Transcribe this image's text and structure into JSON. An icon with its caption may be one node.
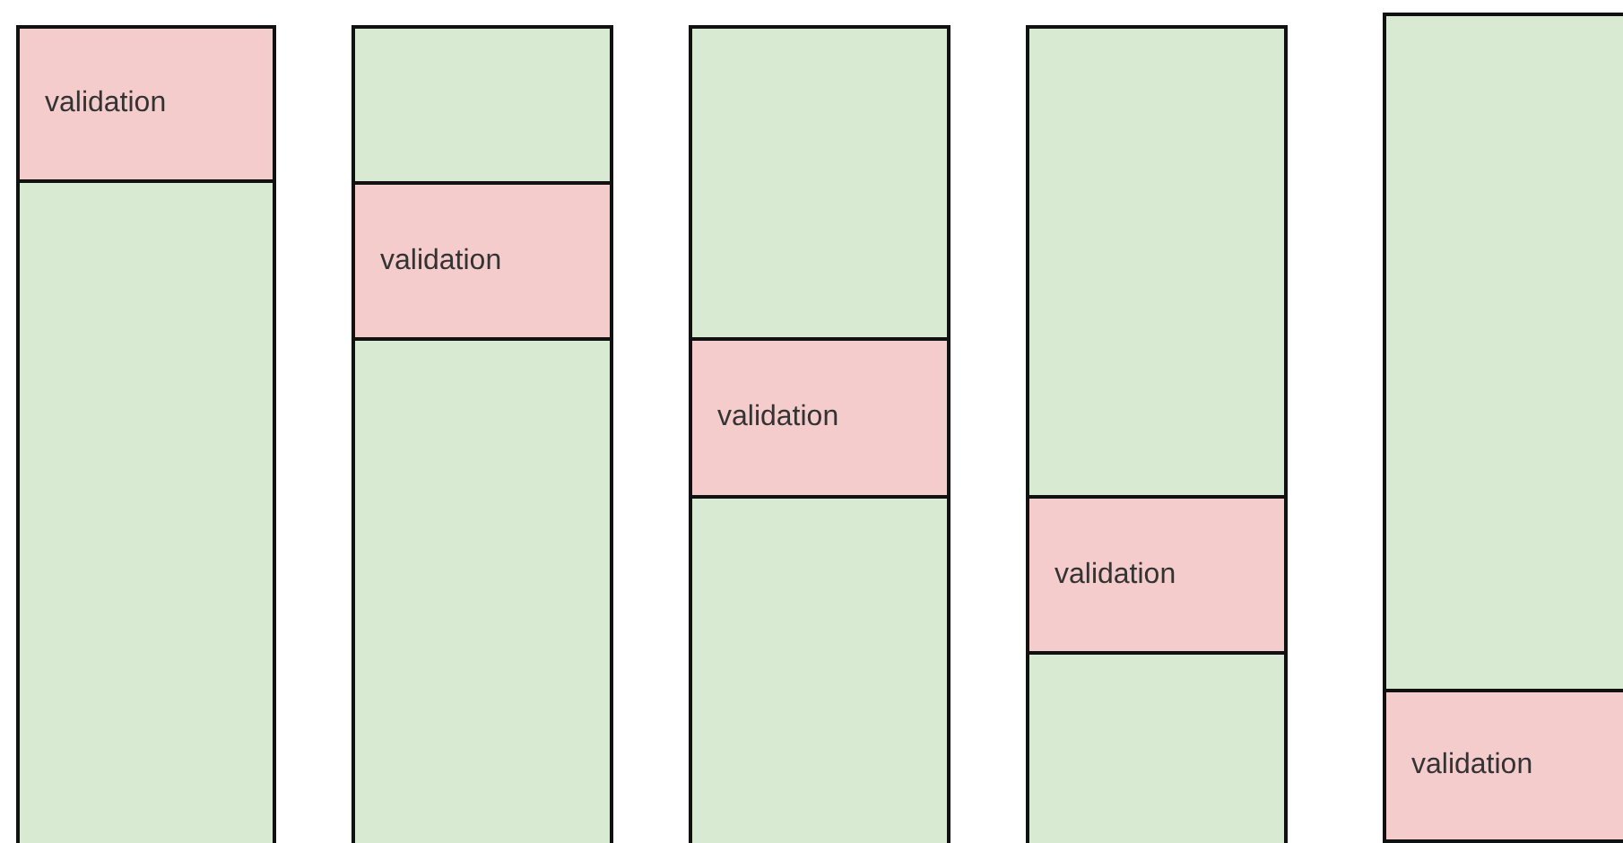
{
  "diagram": {
    "nodes": [
      {
        "text": [],
        "shape": "bar"
      },
      {
        "text": [
          "validation"
        ],
        "in": 0
      },
      {
        "text": [],
        "shape": "bar"
      },
      {
        "text": [
          "validation"
        ],
        "in": 2
      },
      {
        "text": [],
        "shape": "bar"
      },
      {
        "text": [
          "validation"
        ],
        "in": 4
      },
      {
        "text": [],
        "shape": "bar"
      },
      {
        "text": [
          "validation"
        ],
        "in": 6
      },
      {
        "text": [],
        "shape": "bar"
      },
      {
        "text": [
          "validation"
        ],
        "in": 8
      }
    ],
    "edges": []
  }
}
